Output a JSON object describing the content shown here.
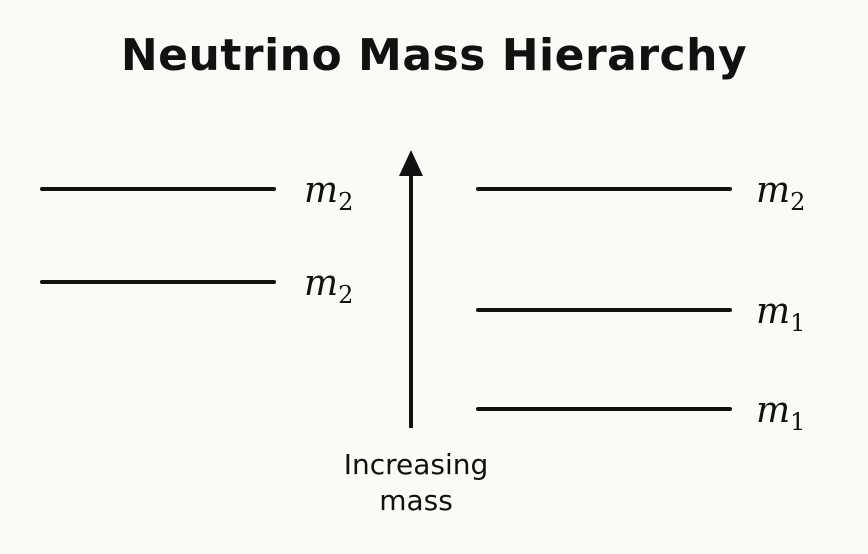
{
  "title": "Neutrino Mass Hierarchy",
  "axis": {
    "caption_line1": "Increasing",
    "caption_line2": "mass"
  },
  "left_levels": [
    {
      "symbol": "m",
      "index": "2"
    },
    {
      "symbol": "m",
      "index": "2"
    }
  ],
  "right_levels": [
    {
      "symbol": "m",
      "index": "2"
    },
    {
      "symbol": "m",
      "index": "1"
    },
    {
      "symbol": "m",
      "index": "1"
    }
  ]
}
